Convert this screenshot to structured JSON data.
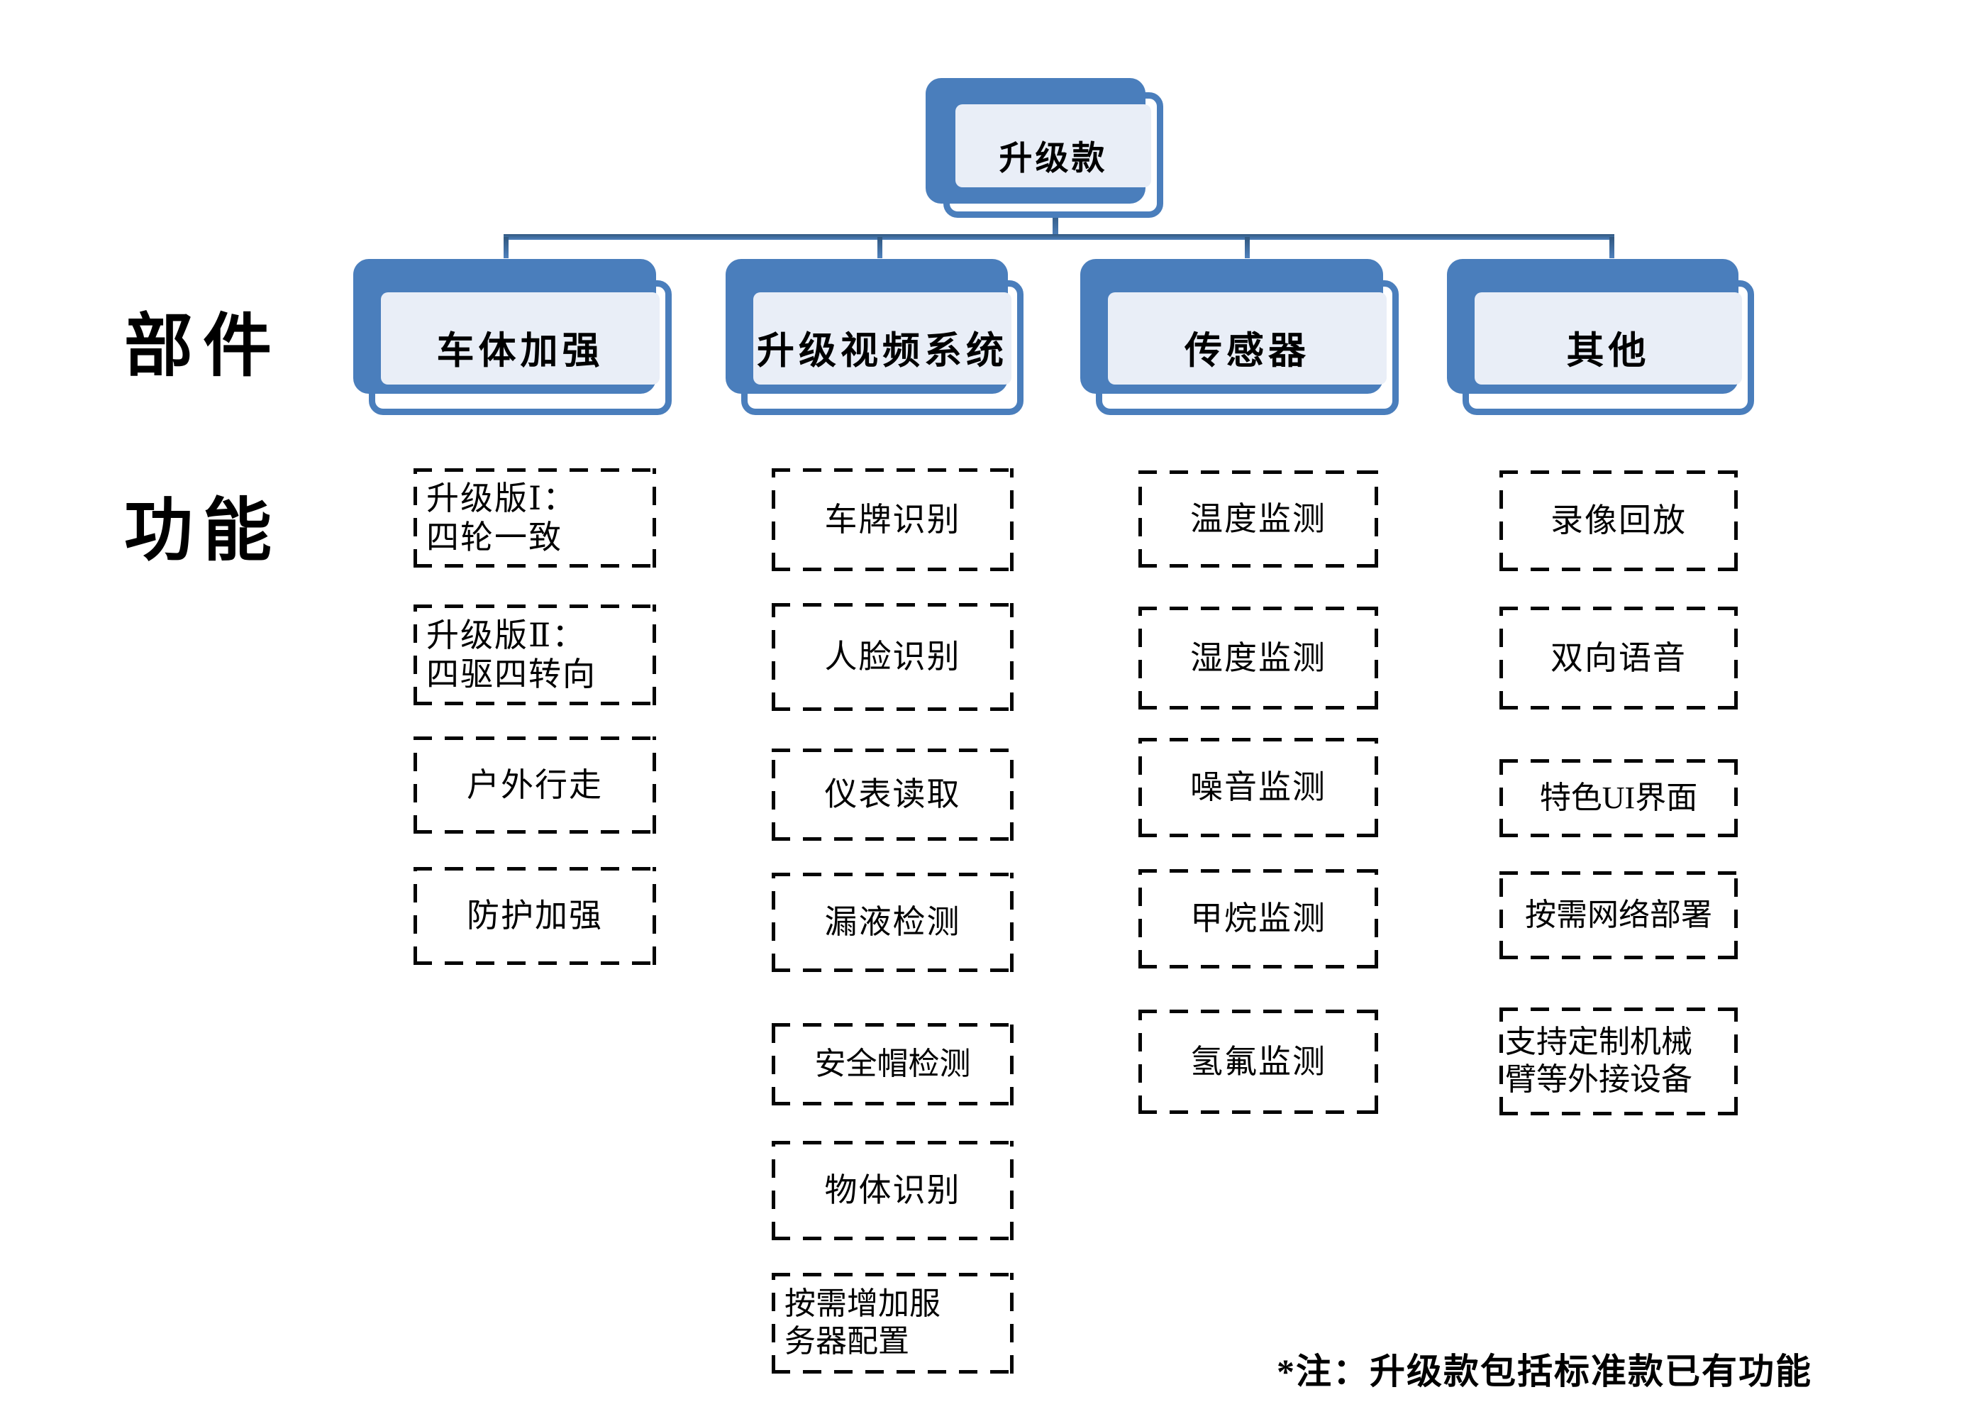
{
  "colors": {
    "accent_blue": "#4a7ebc",
    "connector_blue": "#3c6496",
    "node_panel": "#e9eef7",
    "dash_black": "#050505",
    "background": "#ffffff"
  },
  "root": {
    "label": "升级款"
  },
  "row_labels": {
    "components": "部件",
    "functions": "功能"
  },
  "branches": [
    {
      "label": "车体加强",
      "items": [
        "升级版Ⅰ：\n四轮一致",
        "升级版Ⅱ：\n四驱四转向",
        "户外行走",
        "防护加强"
      ]
    },
    {
      "label": "升级视频系统",
      "items": [
        "车牌识别",
        "人脸识别",
        "仪表读取",
        "漏液检测",
        "安全帽检测",
        "物体识别",
        "按需增加服\n务器配置"
      ]
    },
    {
      "label": "传感器",
      "items": [
        "温度监测",
        "湿度监测",
        "噪音监测",
        "甲烷监测",
        "氢氟监测"
      ]
    },
    {
      "label": "其他",
      "items": [
        "录像回放",
        "双向语音",
        "特色UI界面",
        "按需网络部署",
        "支持定制机械\n臂等外接设备"
      ]
    }
  ],
  "footnote": "*注：升级款包括标准款已有功能"
}
